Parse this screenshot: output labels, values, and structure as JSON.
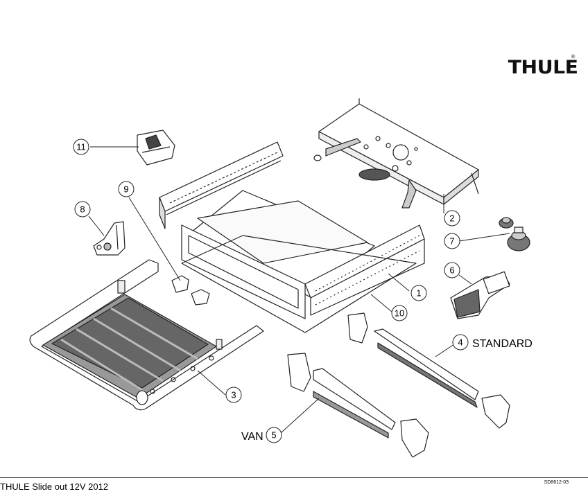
{
  "brand": {
    "logo_text": "THULE",
    "registered_mark": "®"
  },
  "callouts": [
    "1",
    "2",
    "3",
    "4",
    "5",
    "6",
    "7",
    "8",
    "9",
    "10",
    "11"
  ],
  "labels": {
    "standard": "STANDARD",
    "van": "VAN"
  },
  "footer": {
    "title": "THULE Slide out 12V 2012",
    "code": "SD8612-03"
  }
}
